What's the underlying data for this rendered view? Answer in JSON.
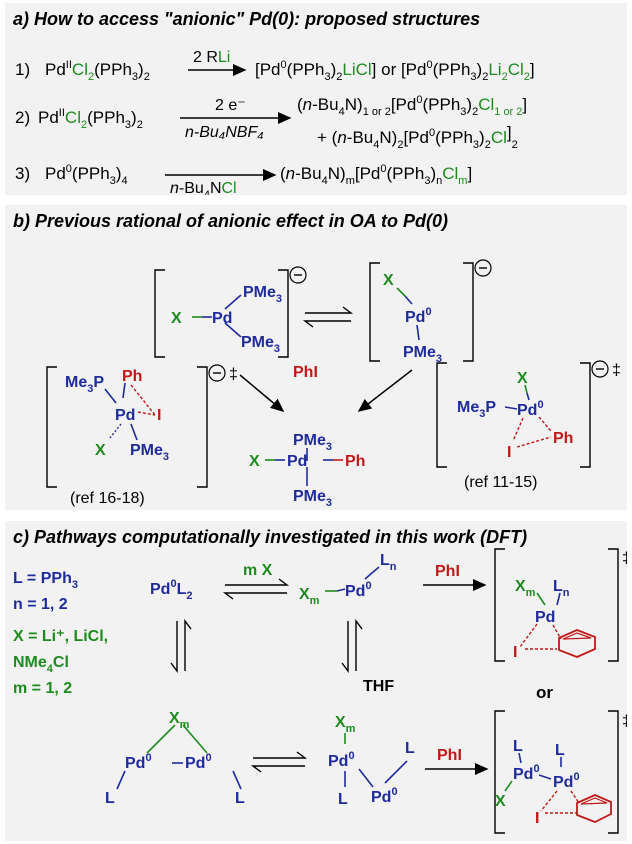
{
  "panel_a": {
    "title": "a) How to access \"anionic\" Pd(0): proposed structures",
    "row1_num": "1)",
    "row1_reagent": "2 RLi",
    "row2_num": "2)",
    "row2_reagent_top": "2 e⁻",
    "row2_reagent_bottom": "n-Bu₄NBF₄",
    "row3_num": "3)",
    "row3_reagent_bottom": "n-Bu₄NCl"
  },
  "panel_b": {
    "title": "b) Previous rational of anionic effect in OA to Pd(0)",
    "reagent": "PhI",
    "ref_left": "(ref 16-18)",
    "ref_right": "(ref 11-15)"
  },
  "panel_c": {
    "title": "c) Pathways computationally investigated in this work (DFT)",
    "def_L": "L = PPh₃",
    "def_n": "n = 1, 2",
    "def_X1": "X = Li⁺, LiCl,",
    "def_X2": "NMe₄Cl",
    "def_m": "m = 1, 2",
    "reagent_mX": "m X",
    "reagent_PhI_top": "PhI",
    "reagent_PhI_bottom": "PhI",
    "solvent": "THF",
    "or_label": "or"
  },
  "colors": {
    "blue": "#1f2b9c",
    "green": "#1f8a1f",
    "red": "#c21818"
  }
}
